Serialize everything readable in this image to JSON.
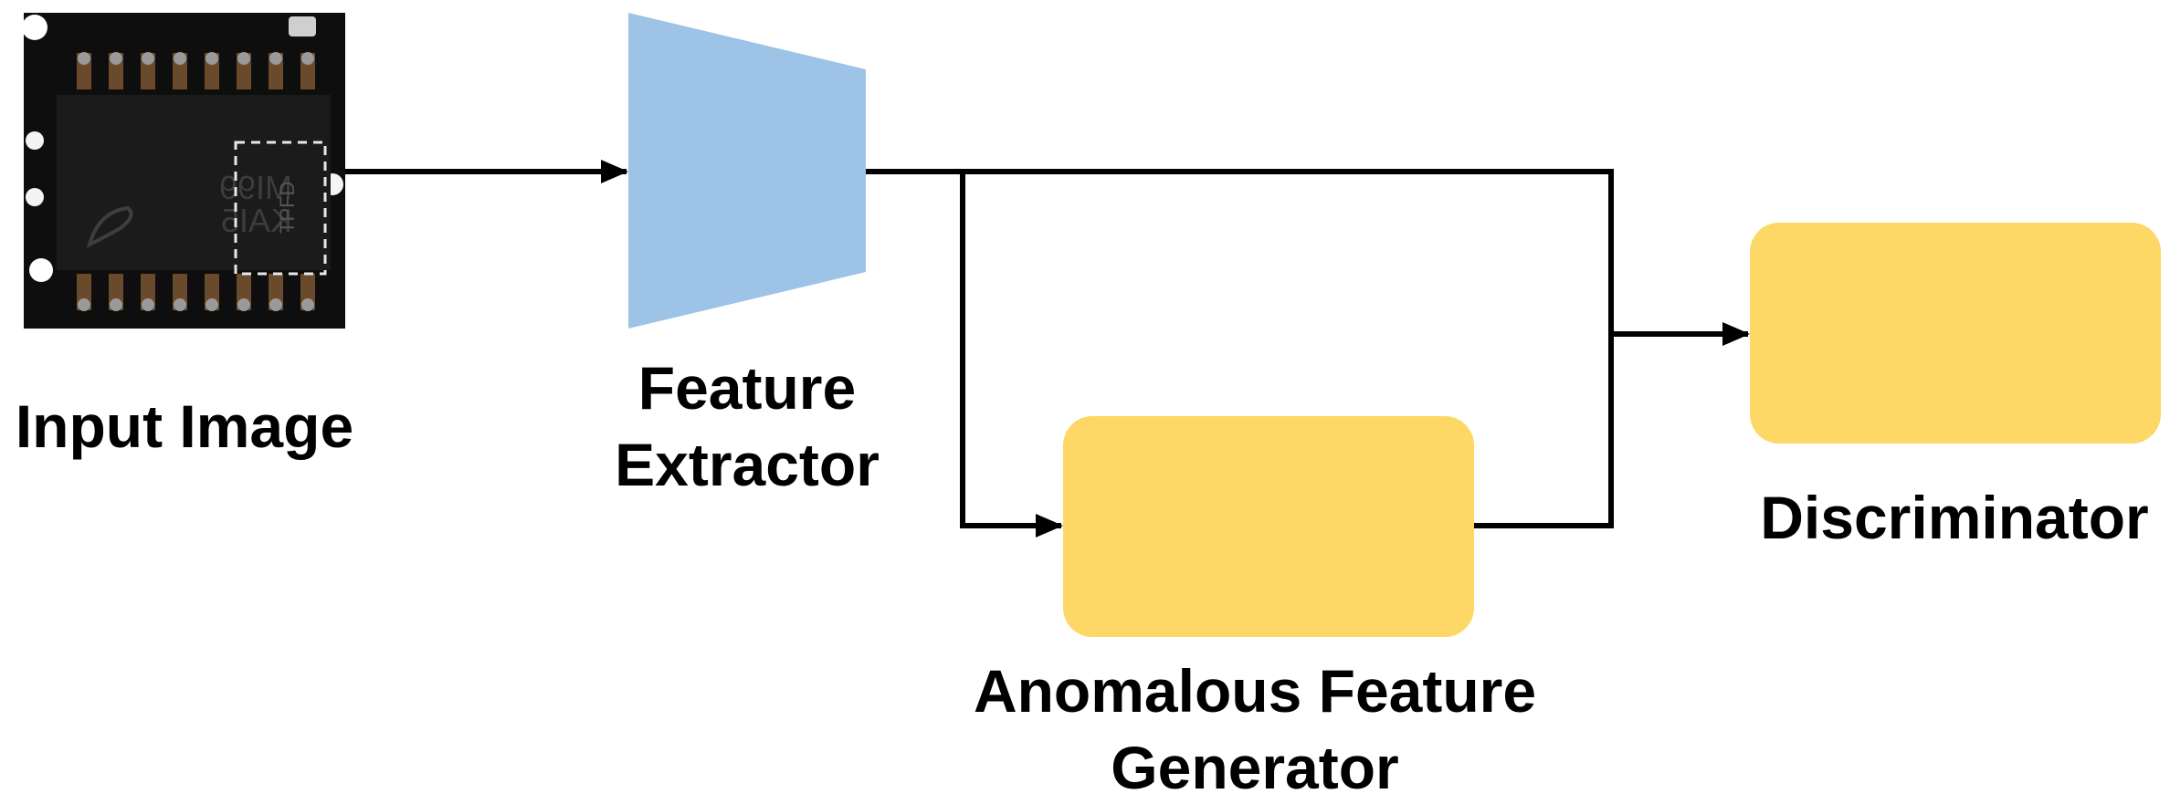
{
  "labels": {
    "input_image": "Input Image",
    "feature_extractor": [
      "Feature",
      "Extractor"
    ],
    "anomalous_feature_generator": [
      "Anomalous Feature",
      "Generator"
    ],
    "discriminator": "Discriminator"
  },
  "chip": {
    "marking_lines": [
      "MI99",
      "KAI5"
    ],
    "crop_label": "TPFD"
  },
  "colors": {
    "feature_extractor_fill": "#9dc3e6",
    "block_fill": "#fdd866",
    "arrow": "#000000",
    "chip_body": "#1b1b1b",
    "chip_board": "#0e0e0e",
    "chip_pin": "#7a5636"
  }
}
